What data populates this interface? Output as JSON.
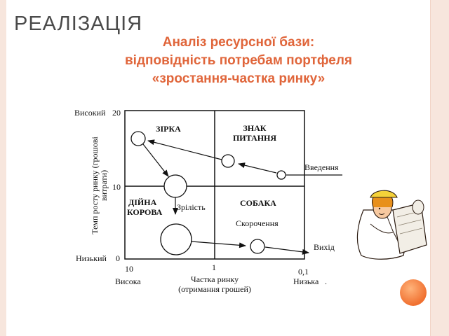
{
  "slide": {
    "title": "РЕАЛІЗАЦІЯ",
    "subtitle_lines": [
      "Аналіз ресурсної бази:",
      "відповідність потребам портфеля",
      "«зростання-частка ринку»"
    ]
  },
  "matrix": {
    "y_axis_label_1": "Темп росту ринку (грошові",
    "y_axis_label_2": "витрати)",
    "y_high": "Високий",
    "y_low": "Низький",
    "y_tick_top": "20",
    "y_tick_mid": "10",
    "y_tick_bottom": "0",
    "x_tick_left": "10",
    "x_tick_mid": "1",
    "x_tick_right": "0,1",
    "x_high": "Висока",
    "x_low": "Низька",
    "x_axis_label_1": "Частка ринку",
    "x_axis_label_2": "(отримання грошей)",
    "trailing_dot": ".",
    "quadrants": {
      "star": "ЗІРКА",
      "question_1": "ЗНАК",
      "question_2": "ПИТАННЯ",
      "cow_1": "ДІЙНА",
      "cow_2": "КОРОВА",
      "dog": "СОБАКА"
    },
    "stages": {
      "introduction": "Введення",
      "maturity": "Зрілість",
      "decline": "Скорочення",
      "exit": "Вихід"
    }
  },
  "icons": {
    "illustration": "architect-woman-with-blueprint-illustration",
    "decoration": "orange-circle-decoration"
  }
}
